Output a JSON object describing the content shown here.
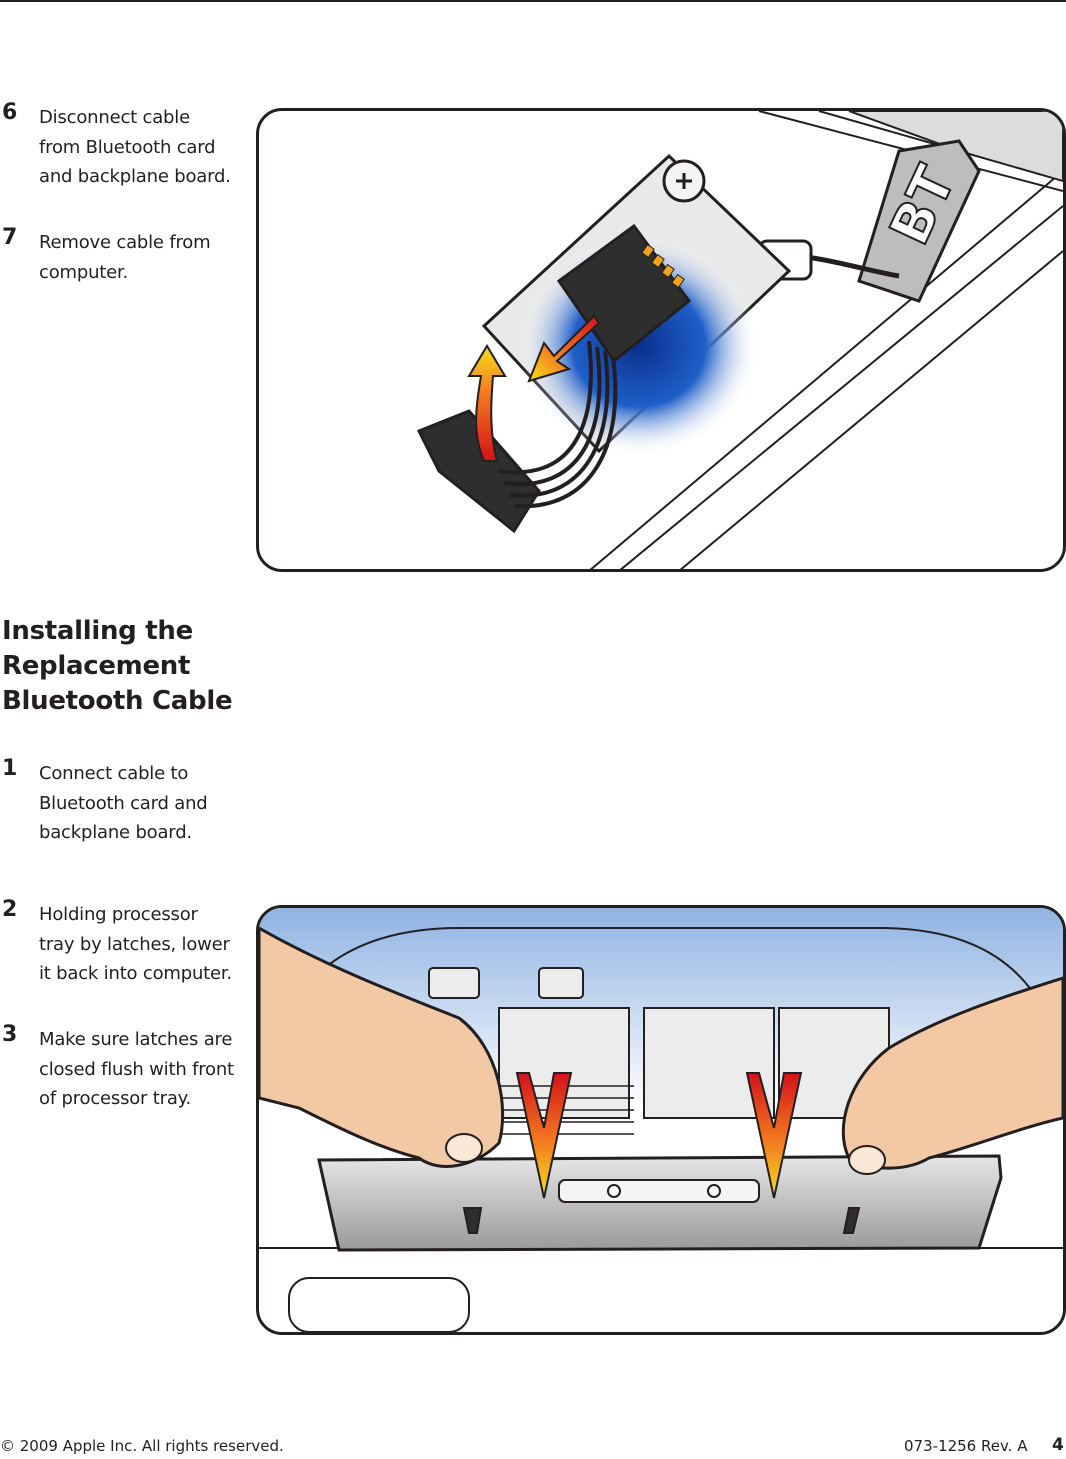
{
  "removal_steps": [
    {
      "number": "6",
      "text": "Disconnect cable\nfrom Bluetooth card\nand backplane board."
    },
    {
      "number": "7",
      "text": "Remove cable from\ncomputer."
    }
  ],
  "install_section": {
    "title": "Installing the\nReplacement\nBluetooth Cable",
    "steps": [
      {
        "number": "1",
        "text": "Connect cable to\nBluetooth card and\nbackplane board."
      },
      {
        "number": "2",
        "text": "Holding processor\ntray by latches, lower\nit back into computer."
      },
      {
        "number": "3",
        "text": "Make sure latches are\nclosed flush with front\nof processor tray."
      }
    ]
  },
  "illustration_1": {
    "label": "BT"
  },
  "footer": {
    "copyright": "© 2009 Apple Inc. All rights reserved.",
    "revision": "073-1256 Rev. A",
    "page_number": "4"
  },
  "colors": {
    "ink": "#231f20",
    "card_blue": "#1f5fc9",
    "arrow_red": "#e8231c",
    "arrow_yellow": "#f7e11b",
    "skin": "#f2c9a4"
  }
}
